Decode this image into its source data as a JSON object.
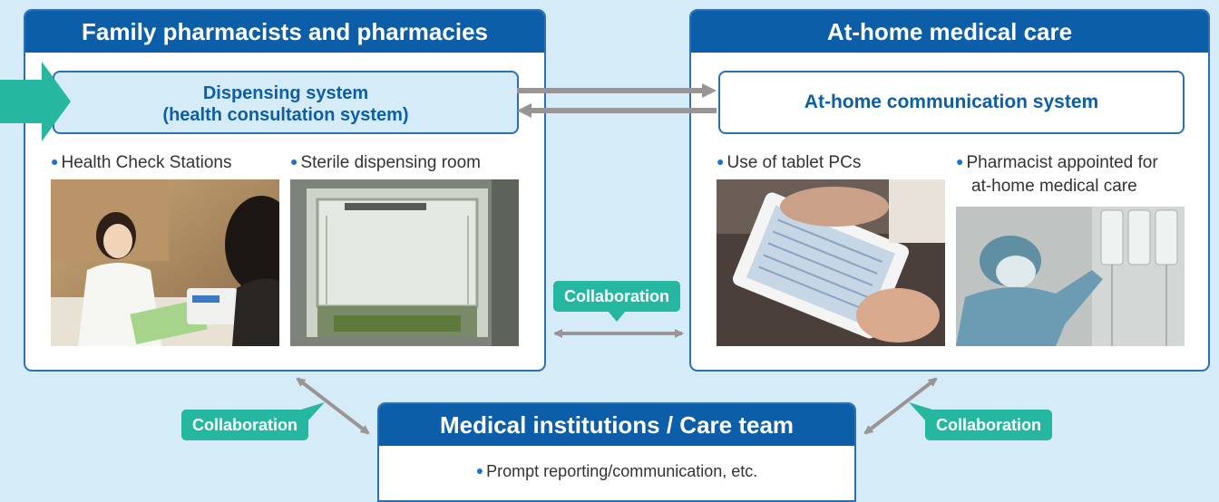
{
  "pharmacy": {
    "title": "Family pharmacists and pharmacies",
    "system_line1": "Dispensing system",
    "system_line2": "(health consultation system)",
    "bullet1": "Health Check Stations",
    "bullet2": "Sterile dispensing room"
  },
  "athome": {
    "title": "At-home medical care",
    "system": "At-home communication system",
    "bullet1": "Use of tablet PCs",
    "bullet2_line1": "Pharmacist appointed for",
    "bullet2_line2": "at-home medical care"
  },
  "medical": {
    "title": "Medical institutions / Care team",
    "bullet": "Prompt reporting/communication, etc."
  },
  "collaboration": {
    "top": "Collaboration",
    "left": "Collaboration",
    "right": "Collaboration"
  },
  "colors": {
    "header_blue": "#0d5ea8",
    "border_blue": "#2b6fb5",
    "background": "#d6ebf8",
    "teal": "#26b7a0",
    "arrow_gray": "#9a9494"
  },
  "icons": {
    "bullet": "blue-dot",
    "connector": "double-headed-arrow"
  }
}
